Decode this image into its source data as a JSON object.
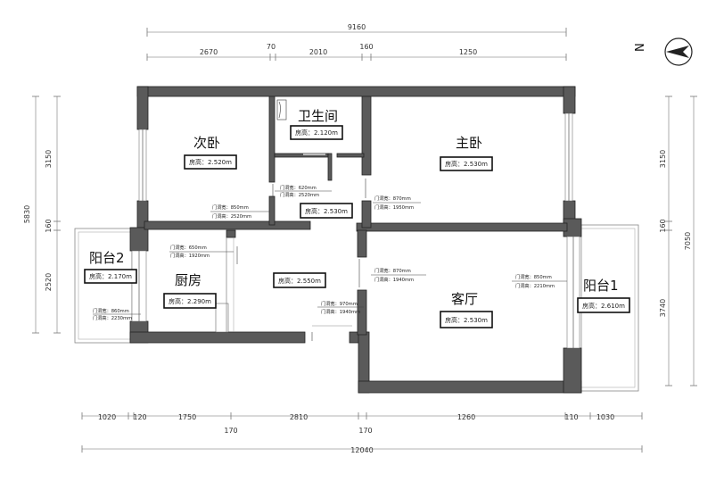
{
  "dimensions": {
    "top_total": "9160",
    "top_parts": [
      "2670",
      "70",
      "2010",
      "160",
      "1250"
    ],
    "bottom_parts": [
      "1020",
      "120",
      "1750",
      "2810",
      "1260",
      "110",
      "1030"
    ],
    "bottom_walls": [
      "170",
      "170"
    ],
    "bottom_total": "12040",
    "left_total": "5830",
    "left_parts": [
      "3150",
      "160",
      "2520"
    ],
    "right_total": "7050",
    "right_parts": [
      "3150",
      "160",
      "3740"
    ]
  },
  "compass_label": "N",
  "rooms": {
    "second_bedroom": "次卧",
    "bathroom": "卫生间",
    "master_bedroom": "主卧",
    "balcony2": "阳台2",
    "kitchen": "厨房",
    "living_room": "客厅",
    "balcony1": "阳台1"
  },
  "heights": {
    "second_bedroom": "房高：2.520m",
    "bathroom": "房高：2.120m",
    "master_bedroom": "房高：2.530m",
    "hall": "房高：2.530m",
    "balcony2": "房高：2.170m",
    "kitchen": "房高：2.290m",
    "dining": "房高：2.550m",
    "living_room": "房高：2.530m",
    "balcony1": "房高：2.610m"
  },
  "doors": {
    "bathroom_w": "门洞宽：620mm",
    "bathroom_h": "门洞高：2520mm",
    "second_bedroom_w": "门洞宽：850mm",
    "second_bedroom_h": "门洞高：2520mm",
    "master_bedroom_w": "门洞宽：870mm",
    "master_bedroom_h": "门洞高：1950mm",
    "kitchen_w": "门洞宽：650mm",
    "kitchen_h": "门洞高：1920mm",
    "balcony2_w": "门洞宽：860mm",
    "balcony2_h": "门洞高：2230mm",
    "living_w": "门洞宽：870mm",
    "living_h": "门洞高：1940mm",
    "entry_w": "门洞宽：970mm",
    "entry_h": "门洞高：1940mm",
    "balcony1_w": "门洞宽：850mm",
    "balcony1_h": "门洞高：2210mm"
  }
}
